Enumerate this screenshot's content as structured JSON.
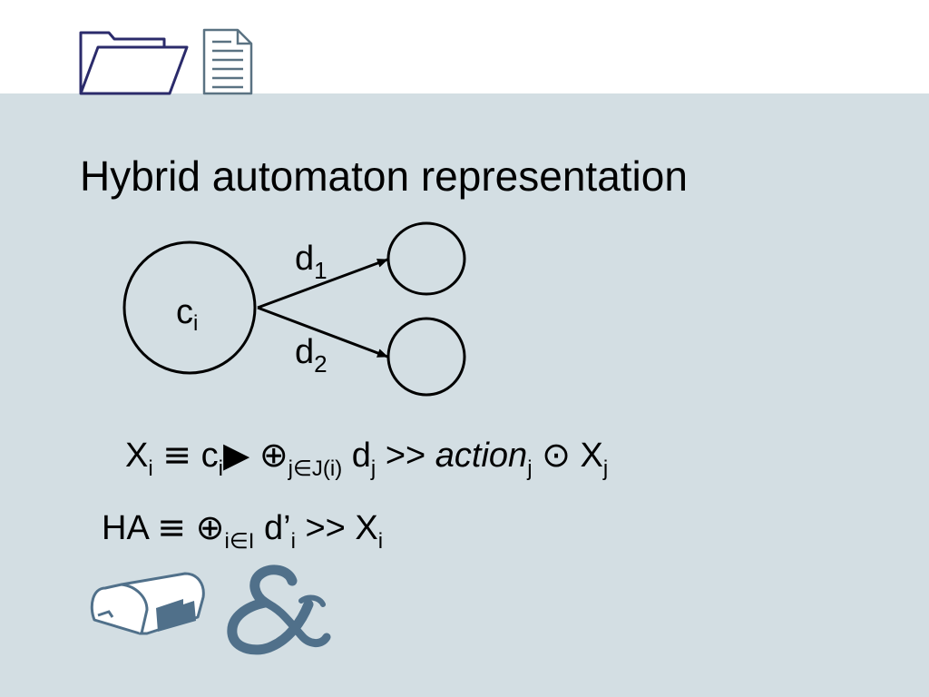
{
  "slide": {
    "title": "Hybrid automaton representation"
  },
  "diagram": {
    "source_state": {
      "base": "c",
      "sub": "i"
    },
    "transitions": [
      {
        "base": "d",
        "sub": "1"
      },
      {
        "base": "d",
        "sub": "2"
      }
    ]
  },
  "formulas": {
    "line1": {
      "lhs_base": "X",
      "lhs_sub": "i",
      "equiv": "≡",
      "c_base": "c",
      "c_sub": "i",
      "triangle": "▶",
      "oplus": "⊕",
      "oplus_sub": "j∈J(i)",
      "d_base": "d",
      "d_sub": "j",
      "gtgt": ">>",
      "action_base": "action",
      "action_sub": "j",
      "odot": "⊙",
      "x_base": "X",
      "x_sub": "j"
    },
    "line2": {
      "lhs": "HA",
      "equiv": "≡",
      "oplus": "⊕",
      "oplus_sub": "i∈I",
      "d_base": "d’",
      "d_sub": "i",
      "gtgt": ">>",
      "x_base": "X",
      "x_sub": "i"
    }
  },
  "icons": [
    "folder-open-icon",
    "document-icon",
    "mailbox-icon",
    "ampersand-icon"
  ],
  "colors": {
    "band": "#d3dee3",
    "folder": "#2b2b6b",
    "document": "#5a7282",
    "mailbox": "#50708a"
  }
}
